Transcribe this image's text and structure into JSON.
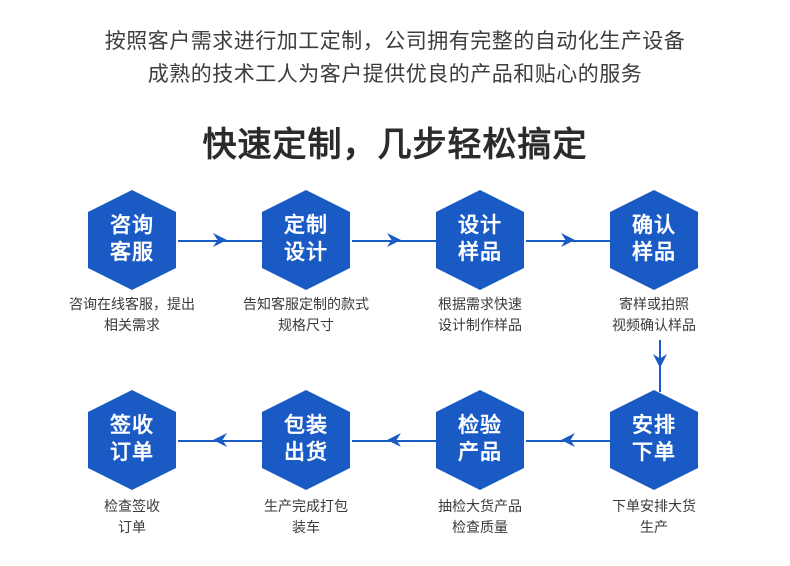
{
  "header": {
    "intro_lines": [
      "按照客户需求进行加工定制，公司拥有完整的自动化生产设备",
      "成熟的技术工人为客户提供优良的产品和贴心的服务"
    ],
    "main_title": "快速定制，几步轻松搞定"
  },
  "theme": {
    "hex_fill": "#1a5ac4",
    "hex_text": "#ffffff",
    "arrow_color": "#1a5ac4",
    "caption_text": "#3a3a3a",
    "title_text": "#2b2b2b",
    "background": "#ffffff"
  },
  "flow": {
    "row1_direction": "right",
    "row2_direction": "left",
    "vertical_connector": "down",
    "steps": [
      {
        "index": 1,
        "hex_line1": "咨询",
        "hex_line2": "客服",
        "caption_line1": "咨询在线客服，提出",
        "caption_line2": "相关需求"
      },
      {
        "index": 2,
        "hex_line1": "定制",
        "hex_line2": "设计",
        "caption_line1": "告知客服定制的款式",
        "caption_line2": "规格尺寸"
      },
      {
        "index": 3,
        "hex_line1": "设计",
        "hex_line2": "样品",
        "caption_line1": "根据需求快速",
        "caption_line2": "设计制作样品"
      },
      {
        "index": 4,
        "hex_line1": "确认",
        "hex_line2": "样品",
        "caption_line1": "寄样或拍照",
        "caption_line2": "视频确认样品"
      },
      {
        "index": 5,
        "hex_line1": "安排",
        "hex_line2": "下单",
        "caption_line1": "下单安排大货",
        "caption_line2": "生产"
      },
      {
        "index": 6,
        "hex_line1": "检验",
        "hex_line2": "产品",
        "caption_line1": "抽检大货产品",
        "caption_line2": "检查质量"
      },
      {
        "index": 7,
        "hex_line1": "包装",
        "hex_line2": "出货",
        "caption_line1": "生产完成打包",
        "caption_line2": "装车"
      },
      {
        "index": 8,
        "hex_line1": "签收",
        "hex_line2": "订单",
        "caption_line1": "检查签收",
        "caption_line2": "订单"
      }
    ]
  }
}
